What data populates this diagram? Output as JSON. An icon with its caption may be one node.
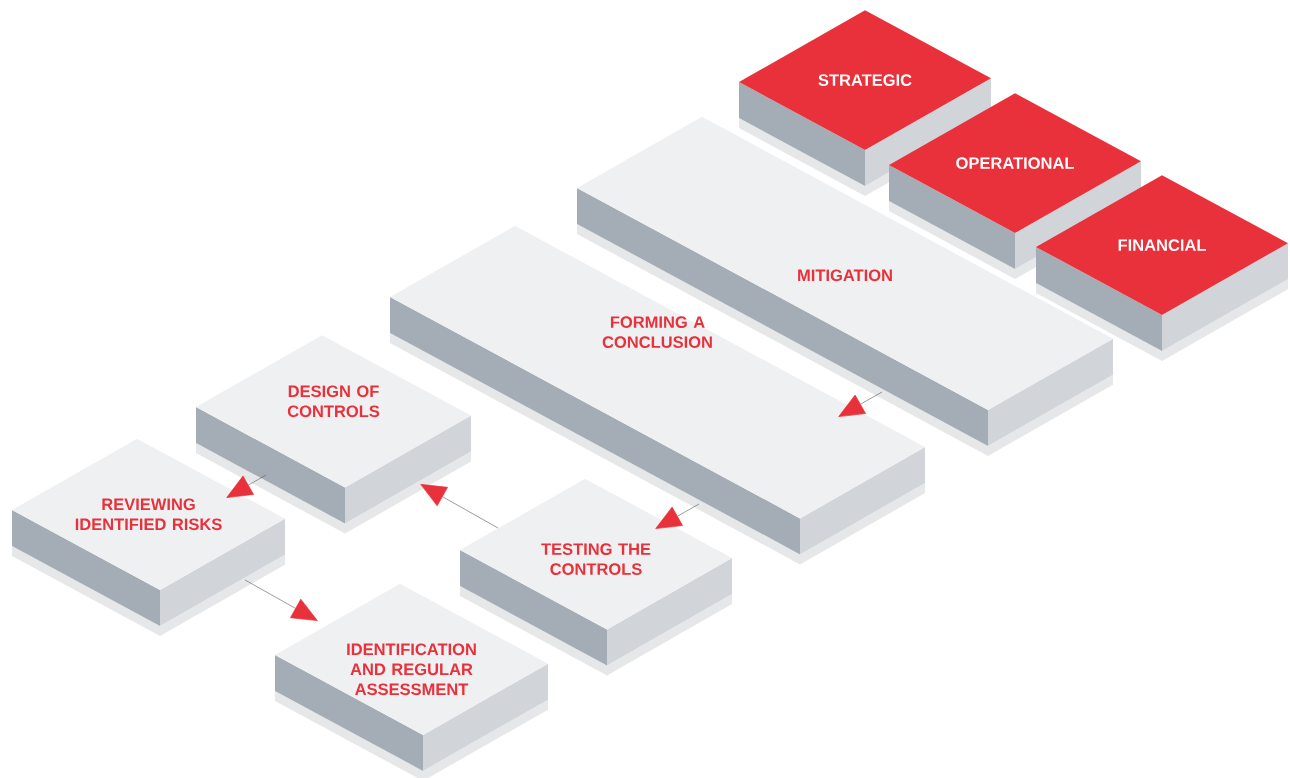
{
  "diagram": {
    "nodes": [
      {
        "text": [
          "STRATEGIC"
        ]
      },
      {
        "text": [
          "OPERATIONAL"
        ]
      },
      {
        "text": [
          "FINANCIAL"
        ]
      },
      {
        "text": [
          "MITIGATION"
        ]
      },
      {
        "text": [
          "FORMING A CONCLUSION"
        ]
      },
      {
        "text": [
          "DESIGN OF CONTROLS"
        ]
      },
      {
        "text": [
          "REVIEWING IDENTIFIED RISKS"
        ]
      },
      {
        "text": [
          "TESTING THE CONTROLS"
        ]
      },
      {
        "text": [
          "IDENTIFICATION AND REGULAR ASSESSMENT"
        ]
      }
    ],
    "edges": [
      {
        "from": 6,
        "to": 8,
        "arrow": "to"
      },
      {
        "from": 5,
        "to": 6,
        "arrow": "to"
      },
      {
        "from": 7,
        "to": 5,
        "arrow": "to"
      },
      {
        "from": 4,
        "to": 7,
        "arrow": "to"
      },
      {
        "from": 3,
        "to": 4,
        "arrow": "to"
      }
    ]
  }
}
